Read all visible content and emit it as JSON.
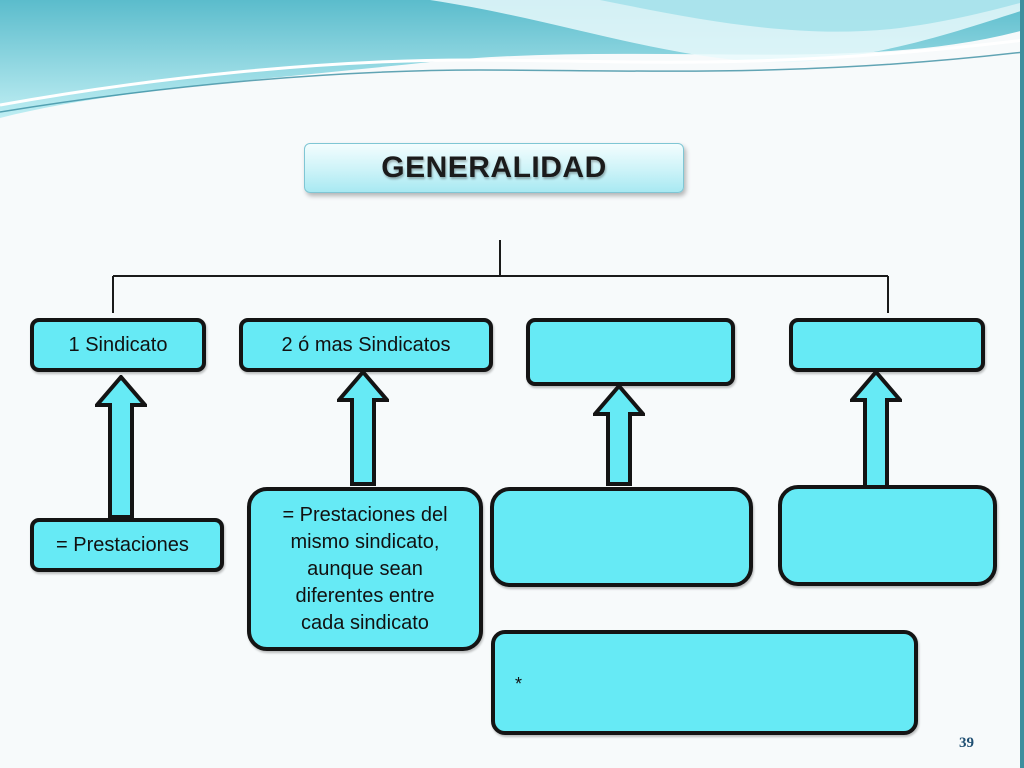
{
  "title": "GENERALIDAD",
  "boxes": {
    "one_union": "1  Sindicato",
    "two_unions": "2  ó mas Sindicatos",
    "equal_benefits": "=  Prestaciones",
    "benefits_same_union_lines": [
      "= Prestaciones del",
      "mismo sindicato,",
      "aunque sean",
      "diferentes entre",
      "cada sindicato"
    ],
    "note": "*"
  },
  "page_number": "39",
  "colors": {
    "box_fill": "#66eaf5",
    "arrow_fill": "#66eaf5",
    "border": "#141414",
    "title_fill": "#ccf3f8",
    "header_teal": "#6cc7d6",
    "page_number": "#1f4f72"
  }
}
